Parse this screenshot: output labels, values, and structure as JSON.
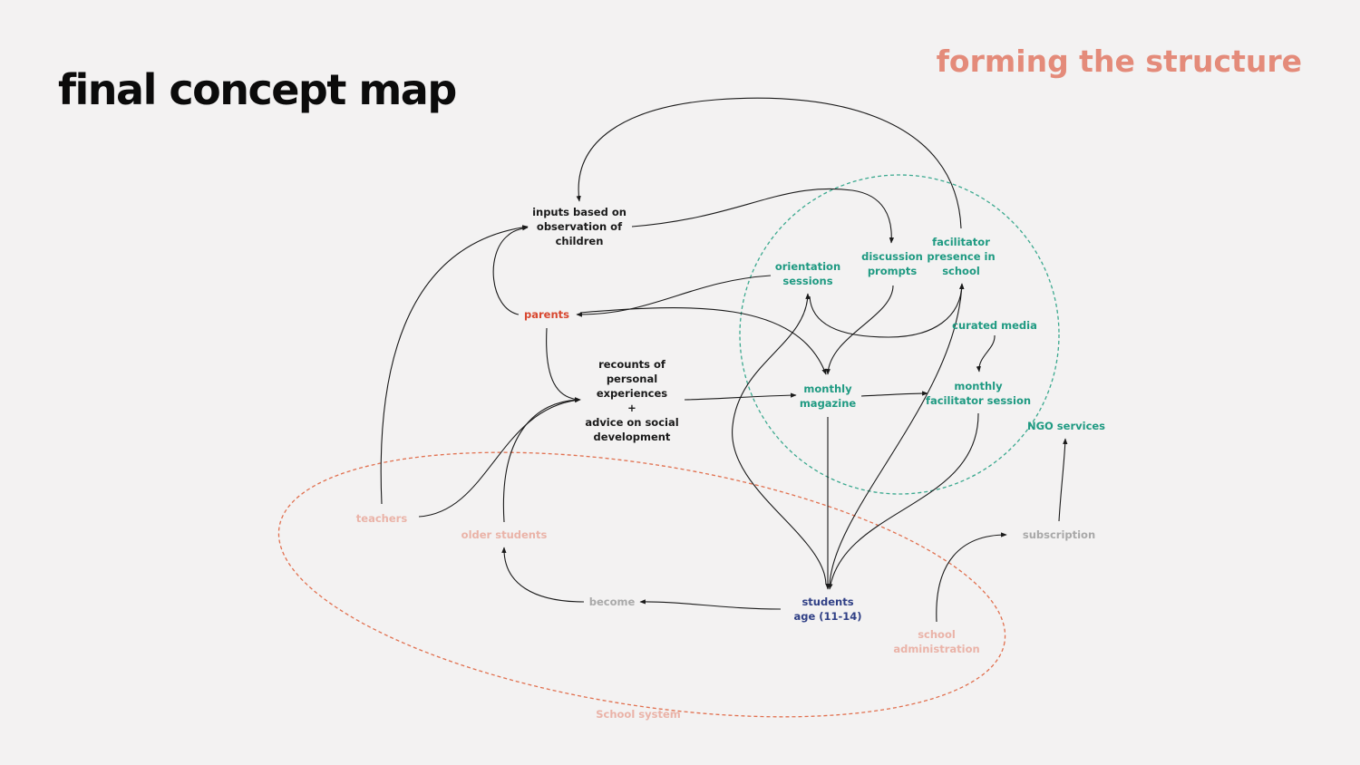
{
  "header": {
    "title": "final concept map",
    "section": "forming the structure"
  },
  "colors": {
    "background": "#f3f2f2",
    "title": "#0b0b0b",
    "section": "#e48b7a",
    "ngo": "#1f9a82",
    "parents": "#d8472f",
    "school": "#eab3a8",
    "students": "#2f3f85",
    "muted": "#a9a9a9",
    "arrow": "#1a1a1a",
    "school_boundary": "#e1704f",
    "ngo_boundary": "#3ba98f"
  },
  "nodes": {
    "inputs": "inputs based on\nobservation of\nchildren",
    "parents": "parents",
    "recounts": "recounts of\npersonal\nexperiences\n+\nadvice on social\ndevelopment",
    "orientation": "orientation\nsessions",
    "discussion": "discussion\nprompts",
    "facilitator_presence": "facilitator\npresence in\nschool",
    "curated_media": "curated media",
    "monthly_magazine": "monthly\nmagazine",
    "monthly_session": "monthly\nfacilitator session",
    "ngo_services": "NGO services",
    "teachers": "teachers",
    "older_students": "older students",
    "subscription": "subscription",
    "become": "become",
    "students": "students\nage (11-14)",
    "school_admin": "school\nadministration",
    "school_system": "School system"
  }
}
